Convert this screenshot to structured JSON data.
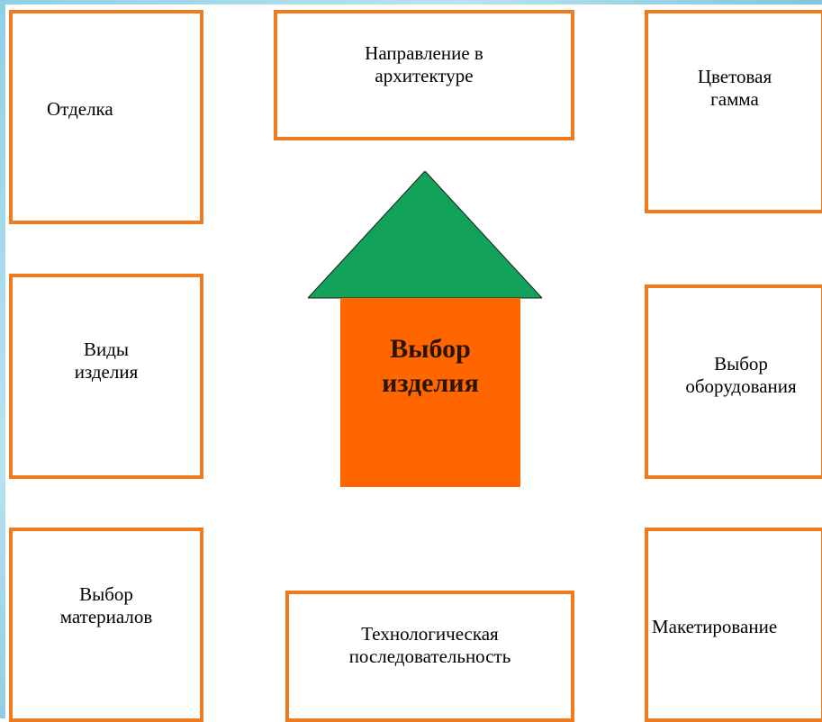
{
  "center": {
    "label": "Выбор\nизделия"
  },
  "boxes": {
    "otdelka": "Отделка",
    "napravlenie": "Направление в\nархитектуре",
    "tsvet": "Цветовая\nгамма",
    "vidy": "Виды\nизделия",
    "oborudovanie": "Выбор\nоборудования",
    "materialy": "Выбор\nматериалов",
    "tekhnologiya": "Технологическая\nпоследовательность",
    "maketirovanie": "Макетирование"
  },
  "colors": {
    "border": "#f07a1e",
    "roof": "#13a25a",
    "house_body": "#ff6600",
    "background_frame": "#8fd0e6"
  }
}
